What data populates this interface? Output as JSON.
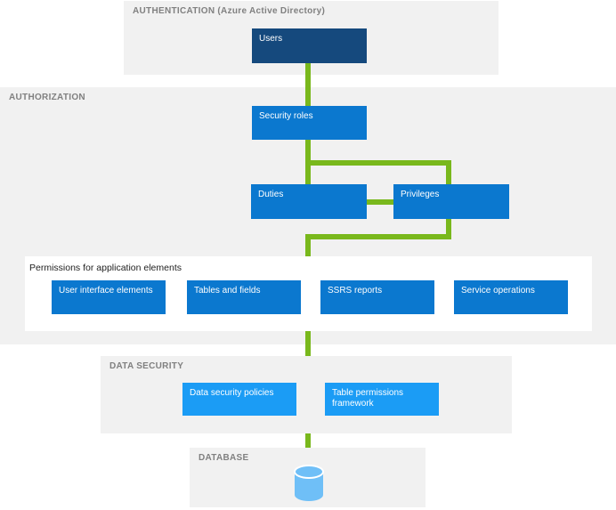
{
  "colors": {
    "section_bg": "#f1f1f1",
    "section_title": "#808080",
    "dark_blue": "#15497d",
    "medium_blue": "#0b78cf",
    "light_blue": "#1b9cf5",
    "green": "#79b81c",
    "cylinder_fill": "#6fbff7",
    "permissions_title": "#222222",
    "box_text": "#ffffff"
  },
  "icons": {
    "database": "database-cylinder-icon"
  },
  "sections": {
    "authentication": {
      "title": "AUTHENTICATION (Azure Active Directory)",
      "nodes": {
        "users": "Users"
      }
    },
    "authorization": {
      "title": "AUTHORIZATION",
      "nodes": {
        "security_roles": "Security roles",
        "duties": "Duties",
        "privileges": "Privileges"
      },
      "permissions": {
        "title": "Permissions for application elements",
        "items": [
          "User interface elements",
          "Tables and fields",
          "SSRS reports",
          "Service operations"
        ]
      }
    },
    "data_security": {
      "title": "DATA SECURITY",
      "nodes": {
        "data_security_policies": "Data security policies",
        "table_permissions_framework": "Table permissions framework"
      }
    },
    "database": {
      "title": "DATABASE"
    }
  }
}
